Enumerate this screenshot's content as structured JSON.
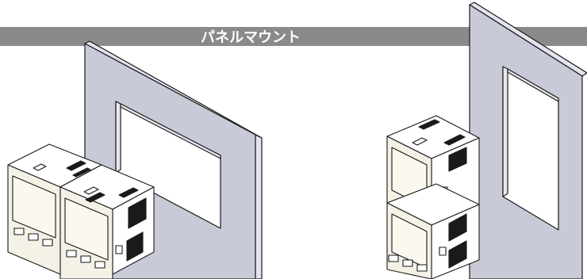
{
  "banner": {
    "title": "パネルマウント",
    "bar_color": "#8a8a8a",
    "text_color": "#ffffff"
  },
  "colors": {
    "panel_face": "#c9cad8",
    "panel_edge": "#e3e4ee",
    "outline": "#1a1a1a",
    "device_front": "#f4f1e6",
    "device_screen": "#faf8ef",
    "device_side": "#ffffff"
  },
  "scenes": [
    {
      "name": "horizontal-mount",
      "device_count": 2,
      "arrangement": "side-by-side"
    },
    {
      "name": "vertical-mount",
      "device_count": 2,
      "arrangement": "stacked"
    }
  ]
}
